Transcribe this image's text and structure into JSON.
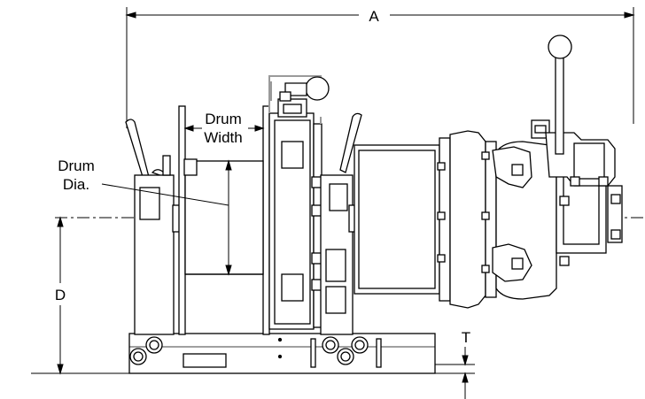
{
  "labels": {
    "a": "A",
    "drum_width_line1": "Drum",
    "drum_width_line2": "Width",
    "drum_dia_line1": "Drum",
    "drum_dia_line2": "Dia.",
    "d": "D",
    "t": "T"
  },
  "colors": {
    "line": "#000000",
    "hose": "#9a9a9a",
    "fill": "#ffffff"
  }
}
